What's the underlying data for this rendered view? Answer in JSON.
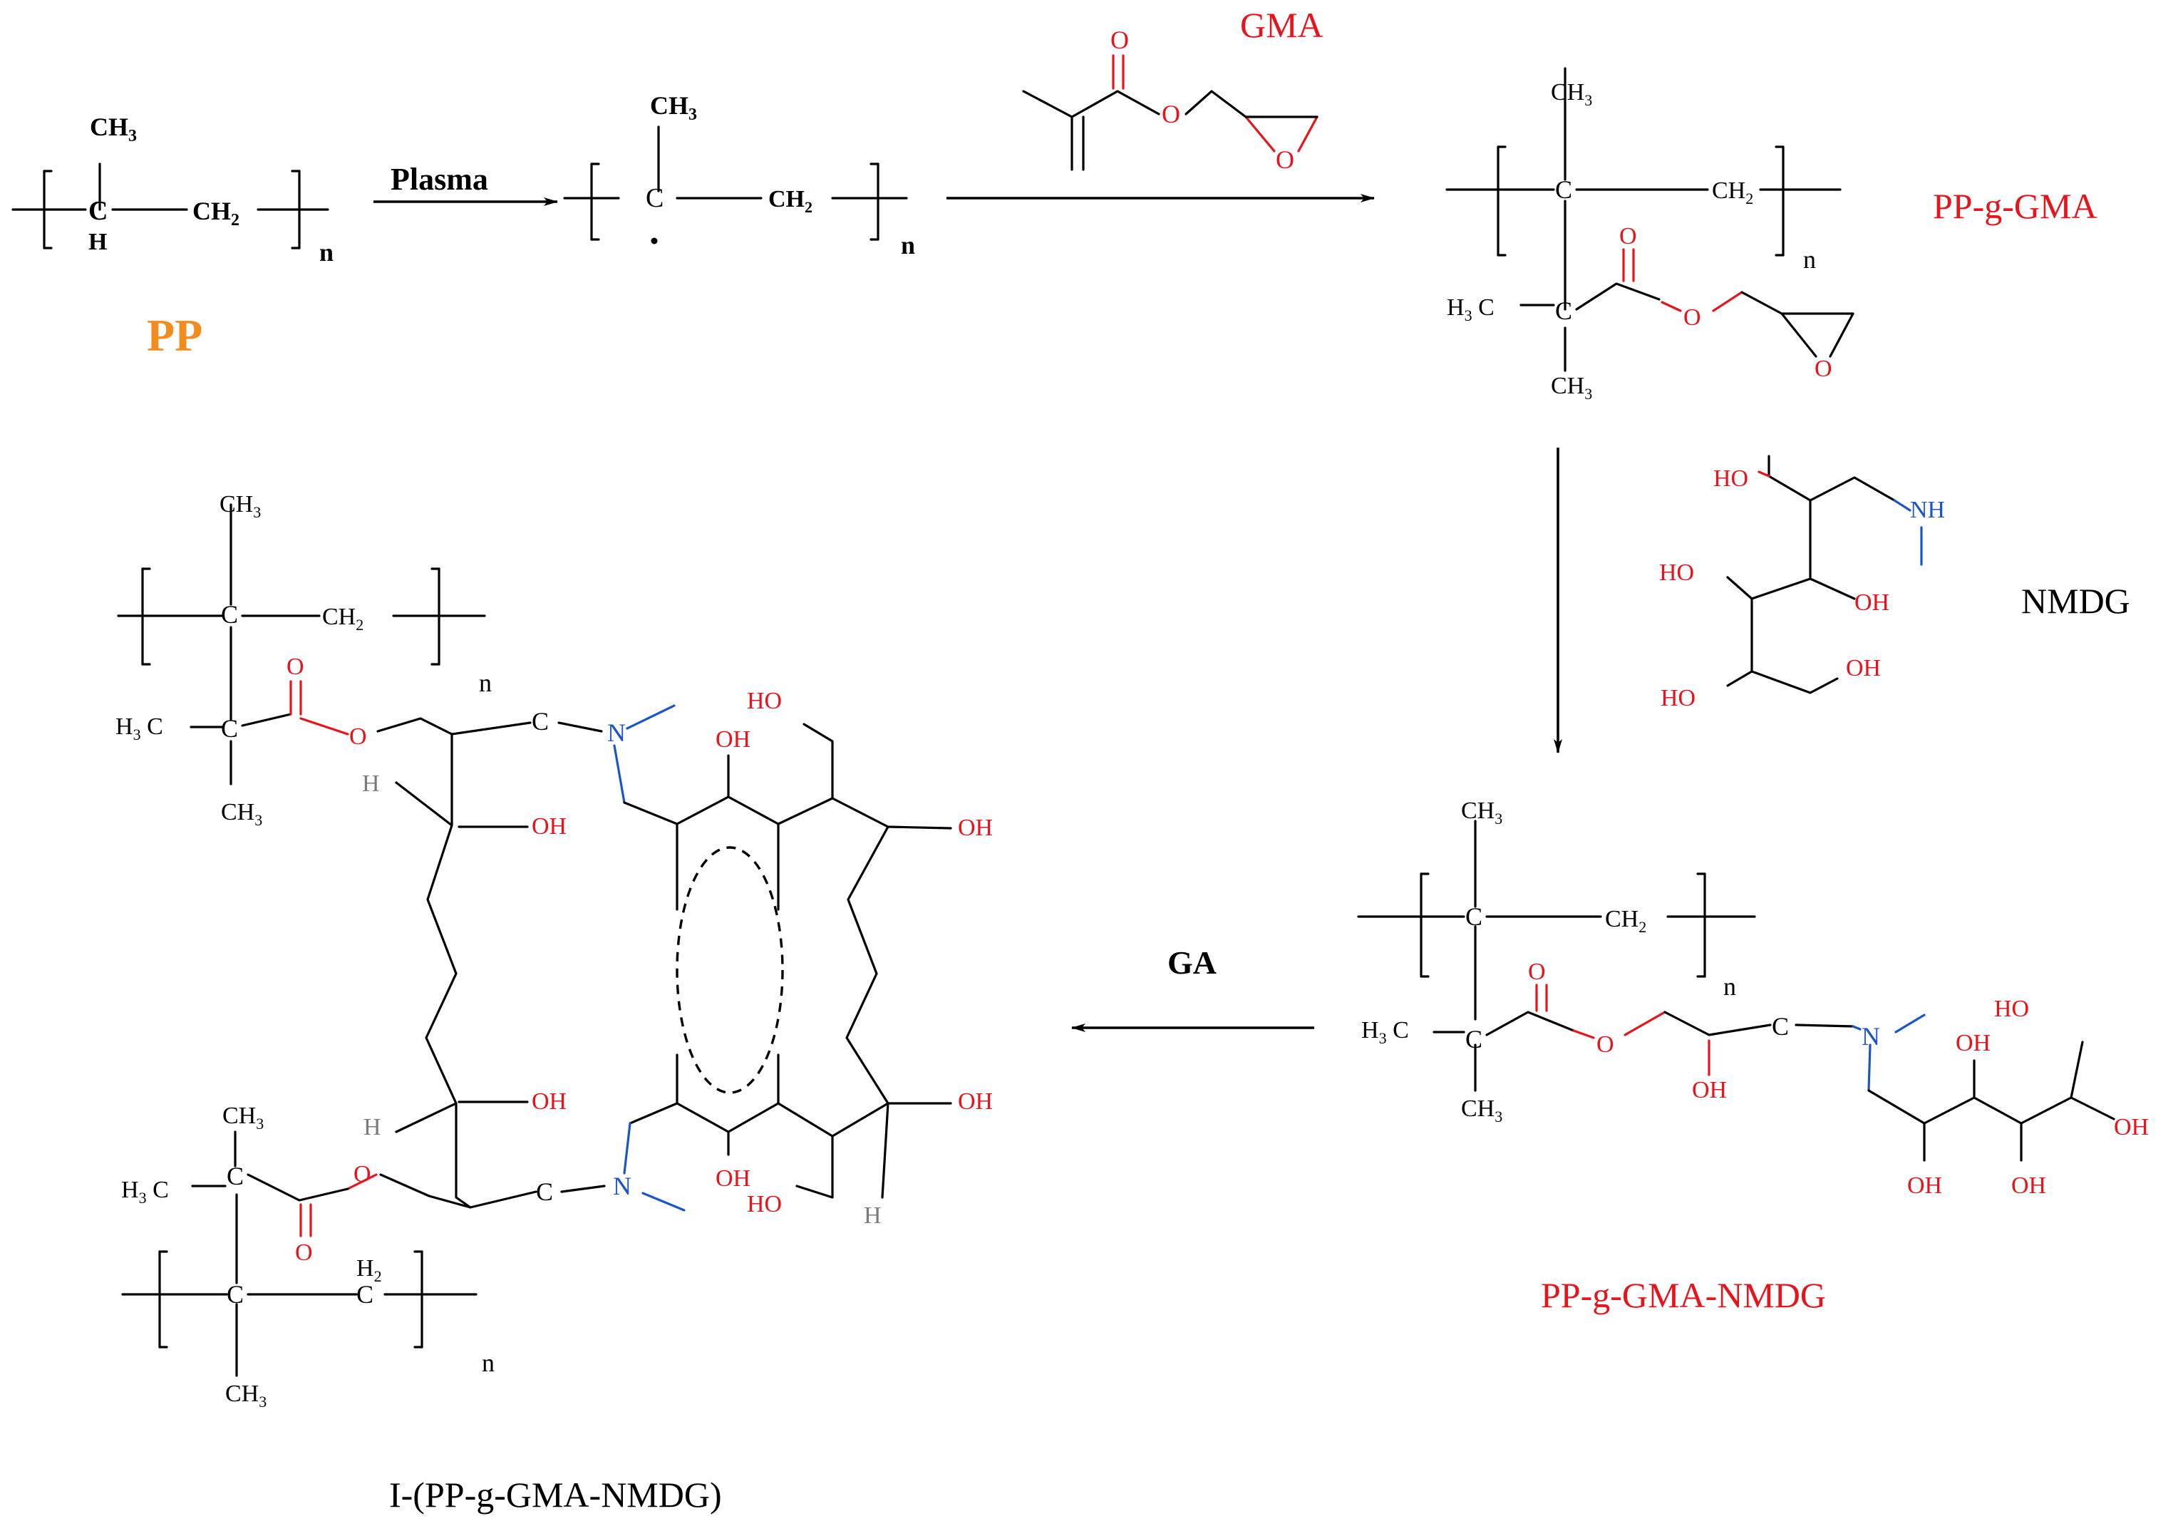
{
  "pp": {
    "ch3": "CH",
    "ch3_sub": "3",
    "c": "C",
    "h": "H",
    "ch2": "CH",
    "ch2_sub": "2",
    "n": "n",
    "name": "PP"
  },
  "step1": {
    "label": "Plasma"
  },
  "radical": {
    "ch3": "CH",
    "ch3_sub": "3",
    "c": "C",
    "ch2": "CH",
    "ch2_sub": "2",
    "n": "n"
  },
  "gma": {
    "name": "GMA",
    "o1": "O",
    "o2": "O",
    "o3": "O"
  },
  "pp_g_gma": {
    "name": "PP-g-GMA",
    "ch3_top": "CH",
    "sub3": "3",
    "c": "C",
    "ch2": "CH",
    "sub2": "2",
    "n": "n",
    "h3c": "H",
    "c_sub": "C",
    "o_carb": "O",
    "o_ester": "O",
    "o_epox": "O"
  },
  "nmdg": {
    "name": "NMDG",
    "ho1": "HO",
    "nh": "NH",
    "ho2": "HO",
    "oh1": "OH",
    "ho3": "HO",
    "oh2": "OH"
  },
  "pp_g_gma_nmdg": {
    "name": "PP-g-GMA-NMDG",
    "ch3_top": "CH",
    "sub3": "3",
    "c": "C",
    "ch2": "CH",
    "sub2": "2",
    "n": "n",
    "h3c": "H",
    "c2": "C",
    "o_carb": "O",
    "o_ester": "O",
    "c_link": "C",
    "n_amine": "N",
    "oh_a": "OH",
    "ho_top": "HO",
    "oh_b": "OH",
    "oh_c": "OH",
    "oh_d": "OH",
    "oh_e": "OH"
  },
  "step3": {
    "label": "GA"
  },
  "product": {
    "name": "I-(PP-g-GMA-NMDG)",
    "ch3": "CH",
    "sub3": "3",
    "c": "C",
    "ch2": "CH",
    "sub2": "2",
    "h2": "H",
    "n": "n",
    "h3c": "H",
    "o": "O",
    "n_amine": "N",
    "oh": "OH",
    "ho": "HO",
    "h": "H"
  },
  "colors": {
    "black": "#000000",
    "red": "#e8141c",
    "blue": "#1a56c8",
    "orange": "#f28c1e",
    "gray": "#7a7a7a"
  }
}
